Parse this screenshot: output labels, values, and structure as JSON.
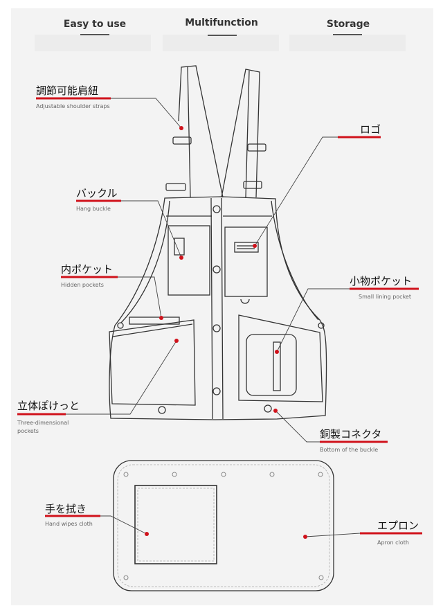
{
  "header": {
    "features": [
      "Easy to use",
      "Multifunction",
      "Storage"
    ]
  },
  "callouts": {
    "straps": {
      "jp": "調節可能肩紐",
      "en": "Adjustable shoulder straps"
    },
    "logo": {
      "jp": "ロゴ"
    },
    "buckle": {
      "jp": "バックル",
      "en": "Hang buckle"
    },
    "hidden": {
      "jp": "内ポケット",
      "en": "Hidden pockets"
    },
    "small": {
      "jp": "小物ポケット",
      "en": "Small lining pocket"
    },
    "threed": {
      "jp": "立体ぽけっと",
      "en1": "Three-dimensional",
      "en2": "pockets"
    },
    "connector": {
      "jp": "銅製コネクタ",
      "en": "Bottom of the  buckle"
    },
    "wipes": {
      "jp": "手を拭き",
      "en": "Hand wipes cloth"
    },
    "apron": {
      "jp": "エプロン",
      "en": "Apron cloth"
    }
  },
  "colors": {
    "accent": "#d0121b",
    "line": "#333333",
    "panel": "#f3f3f3"
  }
}
